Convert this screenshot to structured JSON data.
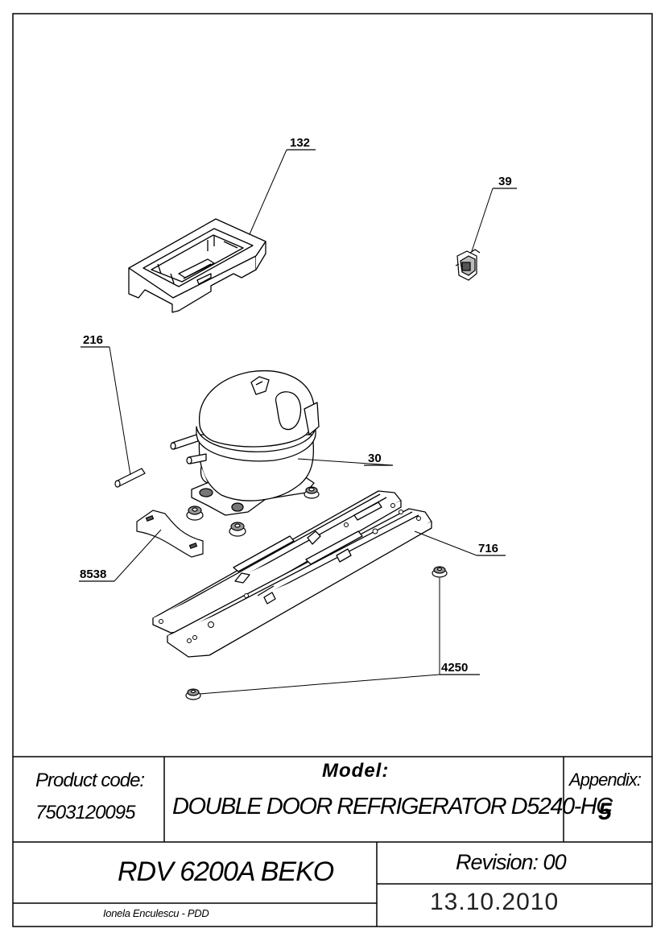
{
  "callouts": {
    "p132": "132",
    "p39": "39",
    "p216": "216",
    "p30": "30",
    "p716": "716",
    "p8538": "8538",
    "p4250": "4250"
  },
  "title_block": {
    "product_code_label": "Product code:",
    "product_code_value": "7503120095",
    "model_label": "Model:",
    "model_value": "DOUBLE DOOR REFRIGERATOR D5240-HC",
    "appendix_label": "Appendix:",
    "appendix_value": "5",
    "product_name": "RDV 6200A BEKO",
    "revision": "Revision: 00",
    "date": "13.10.2010",
    "author": "Ionela Enculescu - PDD"
  }
}
